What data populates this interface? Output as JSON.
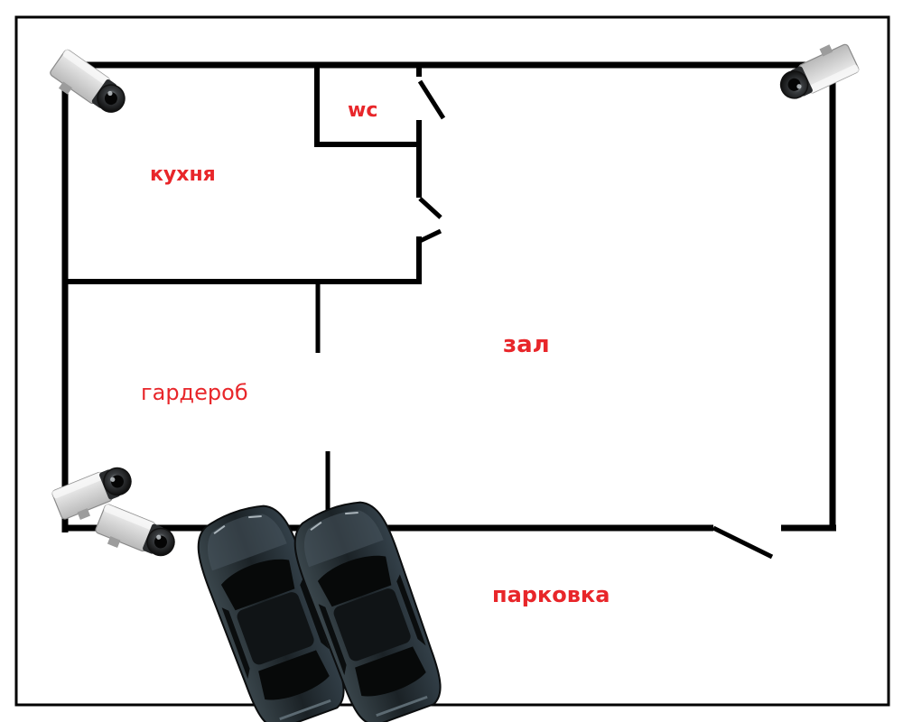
{
  "rooms": {
    "kitchen": "кухня",
    "wc": "wc",
    "hall": "зал",
    "wardrobe": "гардероб",
    "parking": "парковка"
  },
  "colors": {
    "label": "#e8262a",
    "wall": "#000000",
    "camera_body": "#dcdcdc",
    "camera_lens": "#1a1a1a",
    "car_body": "#1c2226",
    "car_glass": "#070909"
  },
  "icons": {
    "camera": "security-camera-icon",
    "car": "car-top-view-icon"
  }
}
